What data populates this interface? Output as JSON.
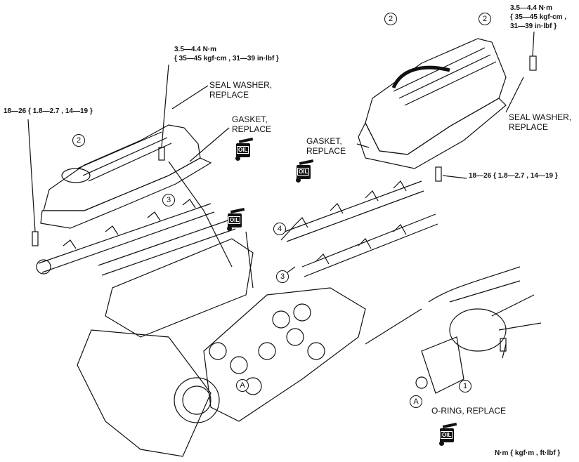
{
  "labels": {
    "left_top_torque_1": "3.5—4.4 N·m",
    "left_top_torque_2": "{ 35—45 kgf·cm , 31—39 in·lbf }",
    "left_seal_washer_1": "SEAL WASHER,",
    "left_seal_washer_2": "REPLACE",
    "left_bolt_torque": "18—26 { 1.8—2.7 , 14—19 }",
    "left_gasket_1": "GASKET,",
    "left_gasket_2": "REPLACE",
    "right_top_torque_1": "3.5—4.4 N·m",
    "right_top_torque_2": "{ 35—45 kgf·cm ,",
    "right_top_torque_3": "31—39 in·lbf }",
    "right_seal_washer_1": "SEAL WASHER,",
    "right_seal_washer_2": "REPLACE",
    "right_gasket_1": "GASKET,",
    "right_gasket_2": "REPLACE",
    "right_bolt_torque": "18—26 { 1.8—2.7 , 14—19 }",
    "oring": "O-RING, REPLACE",
    "units": "N·m { kgf·m , ft·lbf }"
  },
  "callouts": {
    "c2_left": "2",
    "c3_left": "3",
    "c4": "4",
    "c3_right": "3",
    "c2_right_a": "2",
    "c2_right_b": "2",
    "cA_left": "A",
    "cA_right": "A",
    "c1": "1"
  },
  "oil_icon_text": "OIL"
}
